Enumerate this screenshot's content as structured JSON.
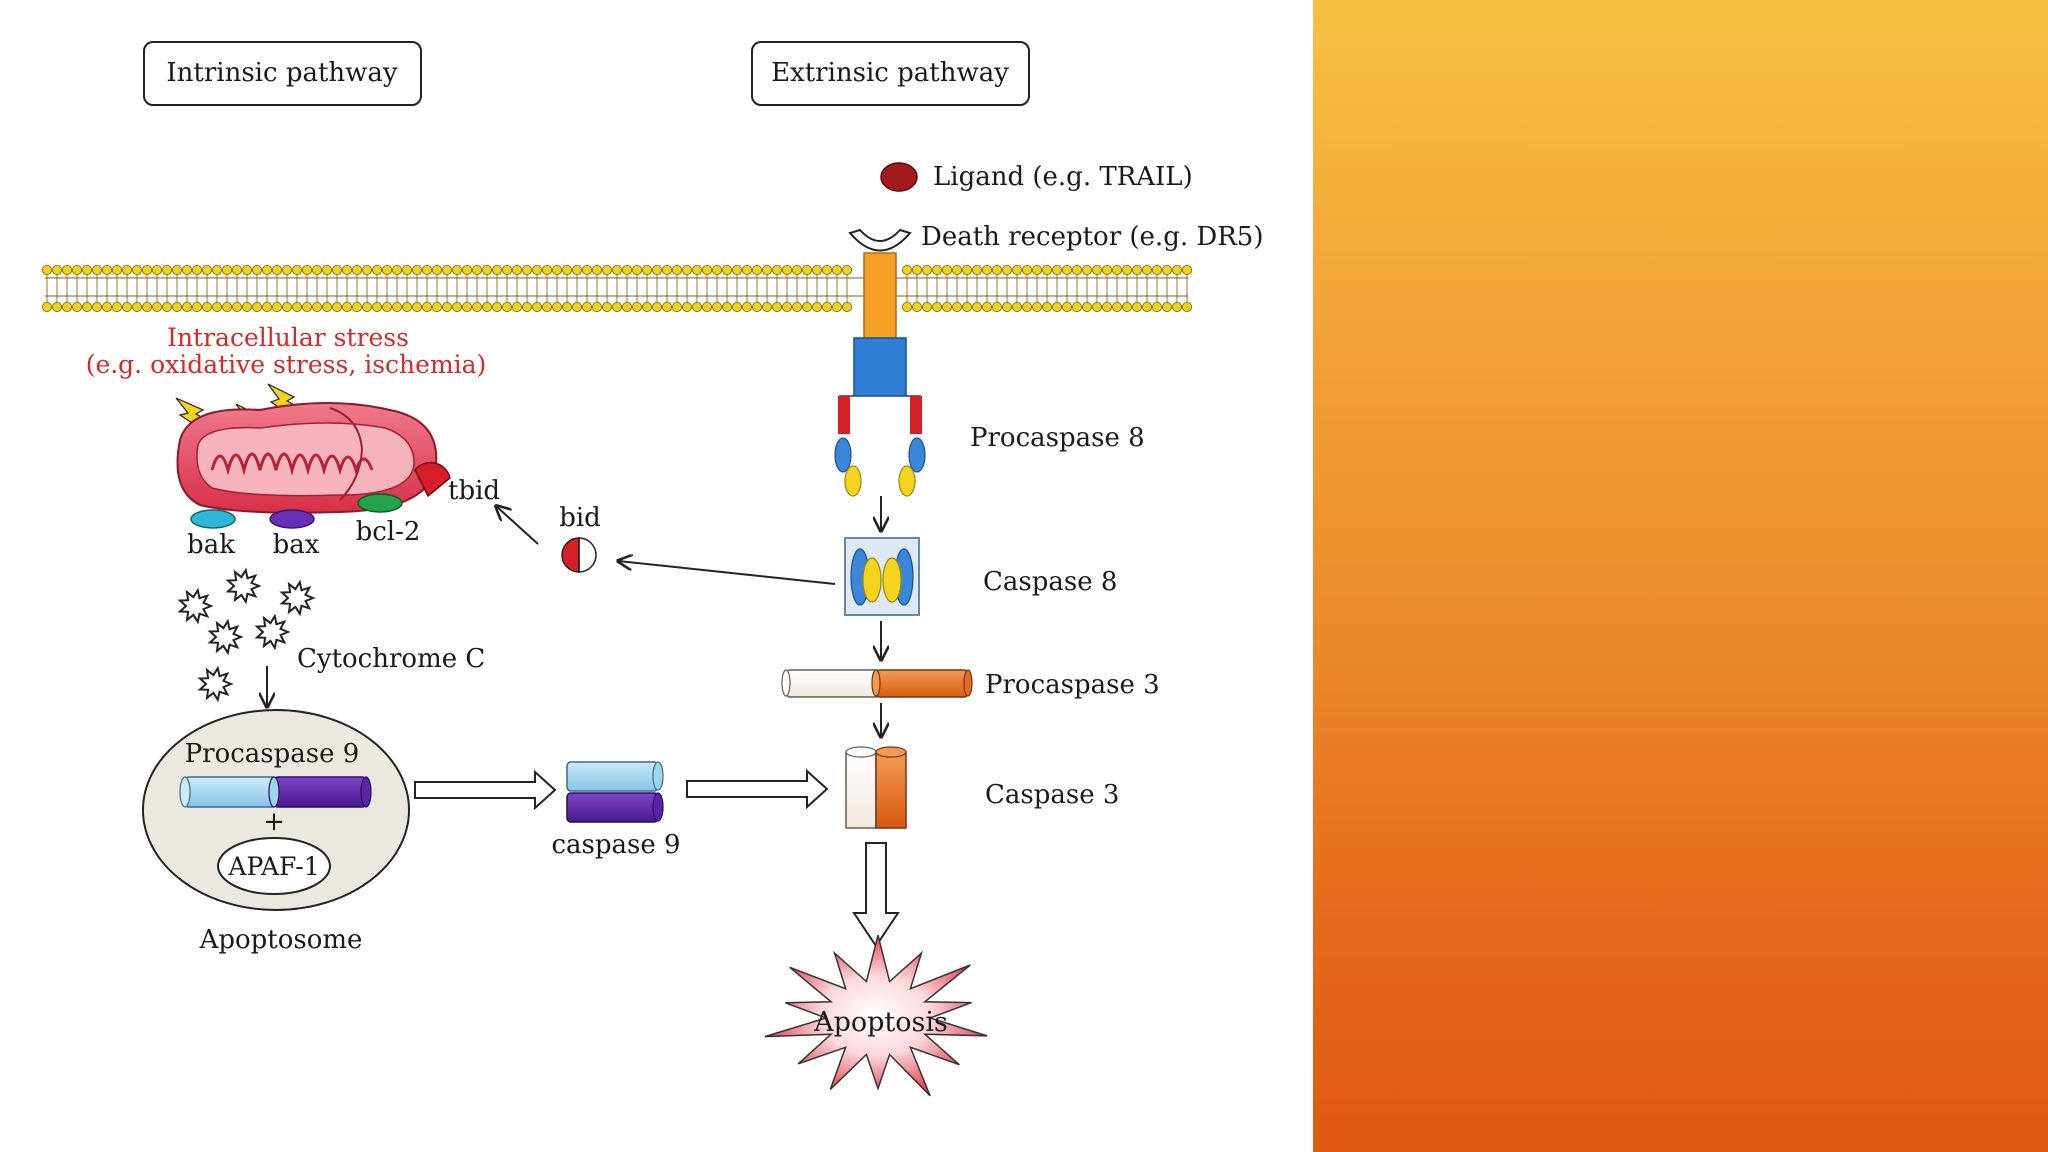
{
  "diagram": {
    "headers": {
      "intrinsic": "Intrinsic pathway",
      "extrinsic": "Extrinsic pathway"
    },
    "stress": {
      "line1": "Intracellular stress",
      "line2": "(e.g. oxidative stress, ischemia)"
    },
    "extrinsic": {
      "ligand": "Ligand (e.g. TRAIL)",
      "receptor": "Death receptor (e.g. DR5)",
      "procaspase8": "Procaspase 8",
      "caspase8": "Caspase 8",
      "procaspase3": "Procaspase 3",
      "caspase3": "Caspase 3"
    },
    "intrinsic": {
      "bak": "bak",
      "bax": "bax",
      "bcl2": "bcl-2",
      "tbid": "tbid",
      "bid": "bid",
      "cytochrome": "Cytochrome C",
      "procaspase9": "Procaspase 9",
      "plus": "+",
      "apaf1": "APAF-1",
      "apoptosome": "Apoptosome",
      "caspase9": "caspase 9"
    },
    "outcome": "Apoptosis"
  },
  "colors": {
    "stress_text": "#d62828",
    "membrane_head": "#f2d21a",
    "receptor_orange": "#f4a024",
    "receptor_blue": "#2f7fd6",
    "procaspase_red": "#d61f26",
    "caspase_yellow": "#f4d41c",
    "caspase_blue": "#3a86d8",
    "mito_pink": "#e64a5e",
    "bak": "#2bb8d8",
    "bax": "#6a2fb8",
    "bcl2": "#22a34a",
    "caspase3_orange": "#e86a1c",
    "caspase9_lightblue": "#9fd4ef",
    "caspase9_purple": "#5b24a6",
    "apoptosome_fill": "#ebe9df",
    "burst_red": "#e02a3a",
    "gradient_top": "#f9c03f",
    "gradient_bottom": "#df5910"
  }
}
